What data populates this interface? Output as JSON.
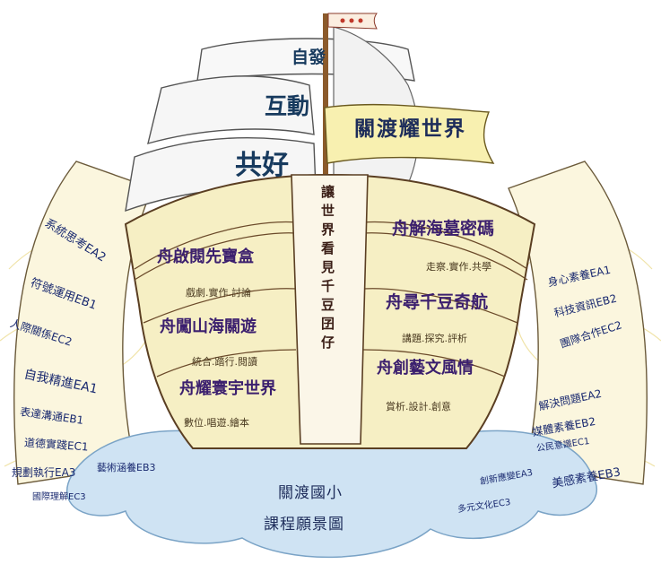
{
  "sails": {
    "top": "自發",
    "middle": "互動",
    "bottom": "共好"
  },
  "flag_banner": "關渡耀世界",
  "mast_text": "讓世界看見千豆囝仔",
  "courses": {
    "left": [
      {
        "name": "舟啟閱先寶盒",
        "desc": "戲劇.實作.討論"
      },
      {
        "name": "舟闖山海關遊",
        "desc": "統合.踏行.閱讀"
      },
      {
        "name": "舟耀寰宇世界",
        "desc": "數位.唱遊.繪本"
      }
    ],
    "right": [
      {
        "name": "舟解海墓密碼",
        "desc": "走察.實作.共學"
      },
      {
        "name": "舟尋千豆奇航",
        "desc": "講題.探究.評析"
      },
      {
        "name": "舟創藝文風情",
        "desc": "賞析.設計.創意"
      }
    ]
  },
  "competencies": {
    "left": [
      "系統思考EA2",
      "符號運用EB1",
      "人際關係EC2",
      "自我精進EA1",
      "表達溝通EB1",
      "道德實踐EC1",
      "規劃執行EA3",
      "藝術涵養EB3",
      "國際理解EC3"
    ],
    "right": [
      "身心素養EA1",
      "科技資訊EB2",
      "團隊合作EC2",
      "解決問題EA2",
      "媒體素養EB2",
      "公民意識EC1",
      "創新應變EA3",
      "美感素養EB3",
      "多元文化EC3"
    ]
  },
  "footer": {
    "school": "關渡國小",
    "caption": "課程願景圖"
  },
  "colors": {
    "sail_text": "#173a5e",
    "course_text": "#3b1f6e",
    "skill_text": "#1a2a70",
    "hull_fill": "#f6efc4",
    "water": "#cfe3f3"
  }
}
